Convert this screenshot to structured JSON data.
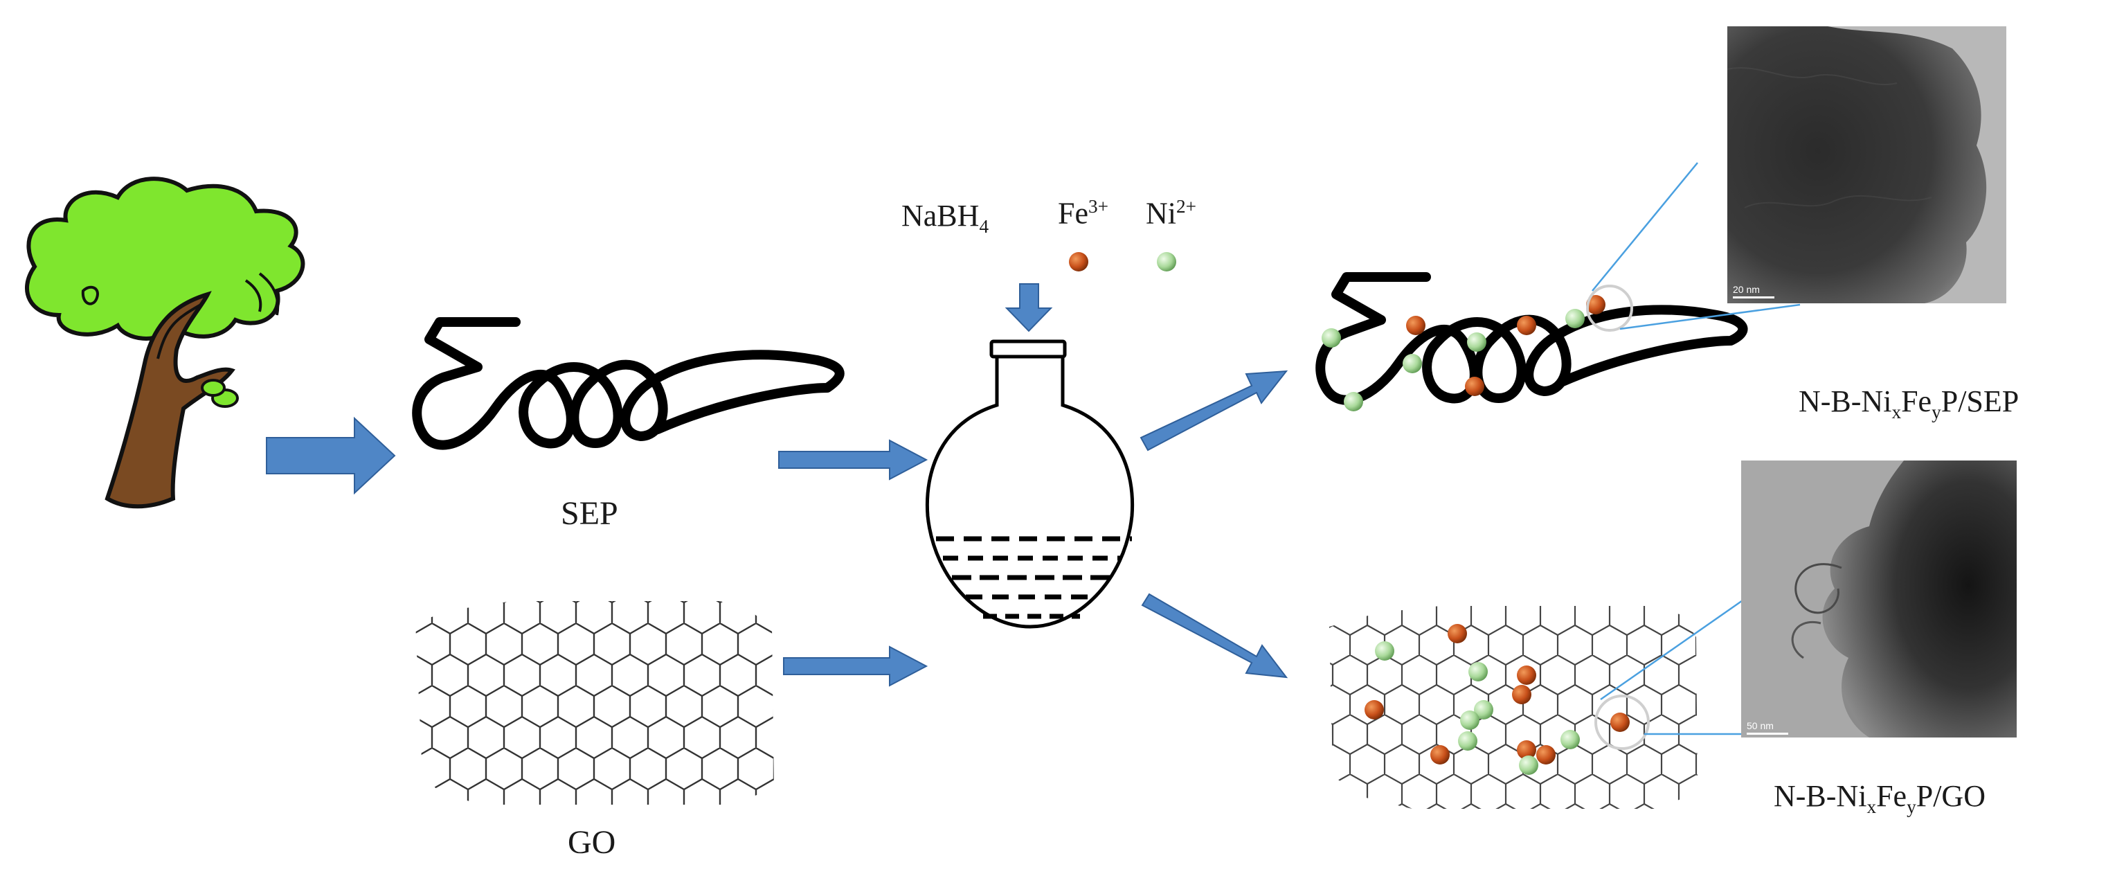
{
  "labels": {
    "sep": "SEP",
    "go": "GO",
    "reagent_nabh4": {
      "base": "NaBH",
      "sub": "4"
    },
    "ion_fe": {
      "base": "Fe",
      "sup": "3+"
    },
    "ion_ni": {
      "base": "Ni",
      "sup": "2+"
    },
    "product_sep": {
      "p1": "N-B-Ni",
      "s1": "x",
      "p2": "Fe",
      "s2": "y",
      "p3": "P/SEP"
    },
    "product_go": {
      "p1": "N-B-Ni",
      "s1": "x",
      "p2": "Fe",
      "s2": "y",
      "p3": "P/GO"
    }
  },
  "tem": {
    "top_scale": "20 nm",
    "bottom_scale": "50 nm"
  },
  "colors": {
    "arrow": "#4f86c6",
    "fe_particle": "#c8501a",
    "ni_particle": "#a9d99a",
    "tree_leaves": "#7fe62e",
    "tree_trunk": "#7a4a22",
    "connector_line": "#4aa0e0"
  }
}
